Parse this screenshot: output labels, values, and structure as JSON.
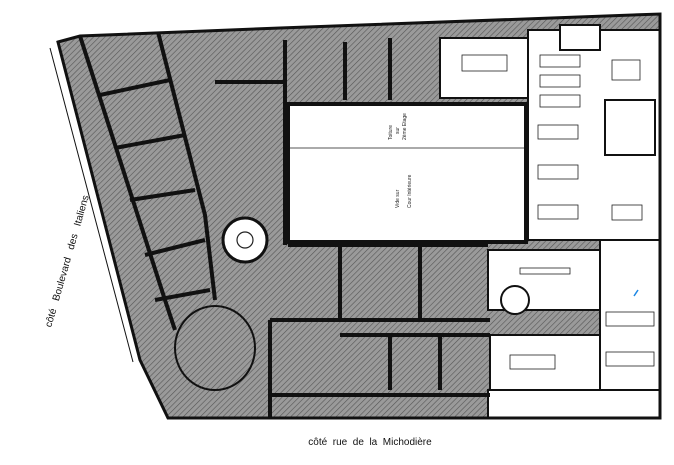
{
  "plan": {
    "streets": {
      "bottom": "côté  rue  de  la  Michodière",
      "left": "côté   Boulevard   des   Italiens"
    },
    "courtyard": {
      "roof_label": [
        "Toiture",
        "sur",
        "2ème Etage"
      ],
      "void_label": [
        "Vide sur",
        "Cour Intérieure"
      ]
    },
    "colors": {
      "hatch": "#8a8a8a",
      "walls": "#111111",
      "accent": "#1e88e5"
    }
  }
}
